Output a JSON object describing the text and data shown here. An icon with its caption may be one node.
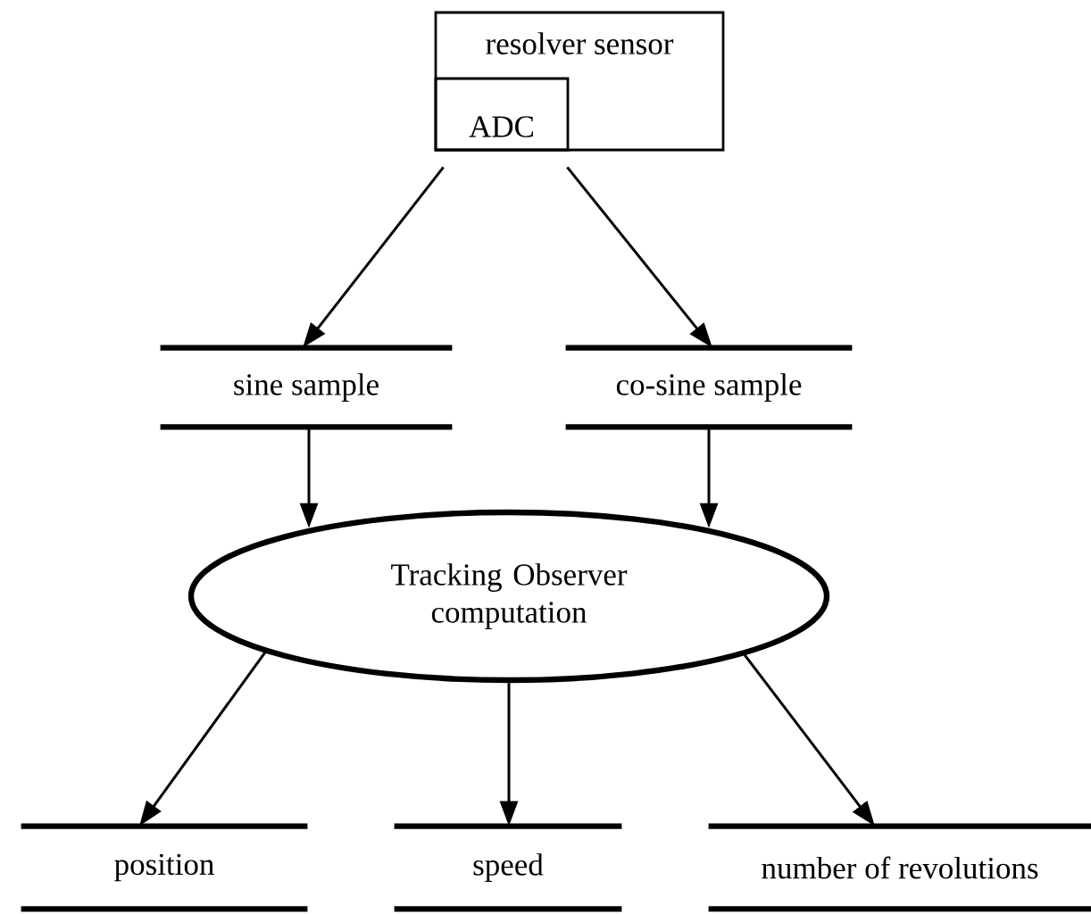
{
  "diagram": {
    "nodes": [
      {
        "text": [
          "resolver sensor"
        ]
      },
      {
        "text": [
          "ADC"
        ],
        "in": 0
      },
      {
        "text": [
          "sine sample"
        ]
      },
      {
        "text": [
          "co-sine sample"
        ]
      },
      {
        "text": [
          "Tracking Observer computation"
        ]
      },
      {
        "text": [
          "position"
        ]
      },
      {
        "text": [
          "speed"
        ]
      },
      {
        "text": [
          "number of revolutions"
        ]
      }
    ],
    "edges": [
      {
        "from": 1,
        "to": 2,
        "arrow": "to"
      },
      {
        "from": 1,
        "to": 3,
        "arrow": "to"
      },
      {
        "from": 2,
        "to": 4,
        "arrow": "to"
      },
      {
        "from": 3,
        "to": 4,
        "arrow": "to"
      },
      {
        "from": 4,
        "to": 5,
        "arrow": "to"
      },
      {
        "from": 4,
        "to": 6,
        "arrow": "to"
      },
      {
        "from": 4,
        "to": 7,
        "arrow": "to"
      }
    ]
  }
}
